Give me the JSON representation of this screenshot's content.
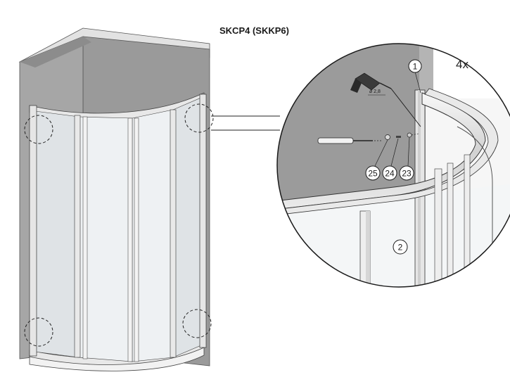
{
  "header": {
    "model": "SKCP4 (SKKP6)",
    "quantity": "4x"
  },
  "drill": {
    "size_label": "⌀ 2,8"
  },
  "callouts": {
    "profile": "1",
    "door_panel": "2",
    "washer": "23",
    "nut": "24",
    "screw": "25"
  },
  "colors": {
    "wall": "#9b9b9b",
    "wall_top": "#dcdcdc",
    "frame": "#e4e4e4",
    "glass": "#eef1f4",
    "outline": "#2a2a2a"
  }
}
